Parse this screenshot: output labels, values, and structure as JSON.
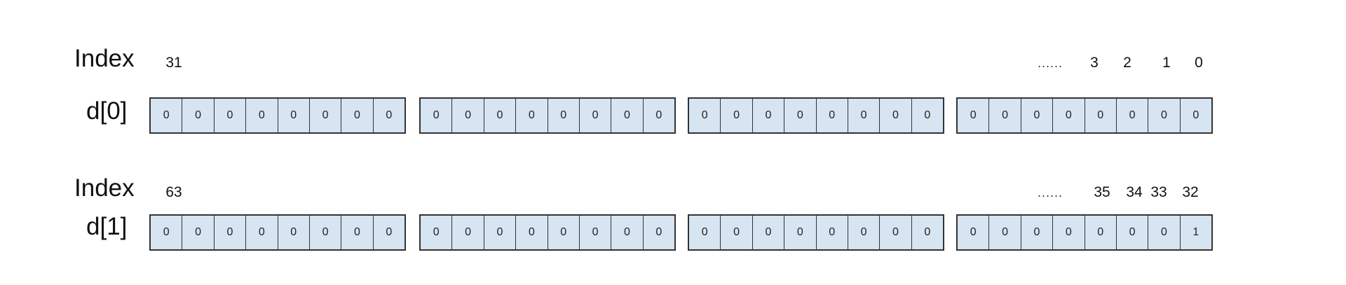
{
  "rows": [
    {
      "index_label": "Index",
      "reg_label": "d[0]",
      "ellipsis": "......",
      "index_left": "31",
      "index_right": [
        "3",
        "2",
        "1",
        "0"
      ],
      "bytes": [
        [
          "0",
          "0",
          "0",
          "0",
          "0",
          "0",
          "0",
          "0"
        ],
        [
          "0",
          "0",
          "0",
          "0",
          "0",
          "0",
          "0",
          "0"
        ],
        [
          "0",
          "0",
          "0",
          "0",
          "0",
          "0",
          "0",
          "0"
        ],
        [
          "0",
          "0",
          "0",
          "0",
          "0",
          "0",
          "0",
          "0"
        ]
      ]
    },
    {
      "index_label": "Index",
      "reg_label": "d[1]",
      "ellipsis": "......",
      "index_left": "63",
      "index_right": [
        "35",
        "34",
        "33",
        "32"
      ],
      "bytes": [
        [
          "0",
          "0",
          "0",
          "0",
          "0",
          "0",
          "0",
          "0"
        ],
        [
          "0",
          "0",
          "0",
          "0",
          "0",
          "0",
          "0",
          "0"
        ],
        [
          "0",
          "0",
          "0",
          "0",
          "0",
          "0",
          "0",
          "0"
        ],
        [
          "0",
          "0",
          "0",
          "0",
          "0",
          "0",
          "0",
          "1"
        ]
      ]
    }
  ],
  "colors": {
    "cell_fill": "#d7e4f2",
    "cell_border": "#333333"
  }
}
